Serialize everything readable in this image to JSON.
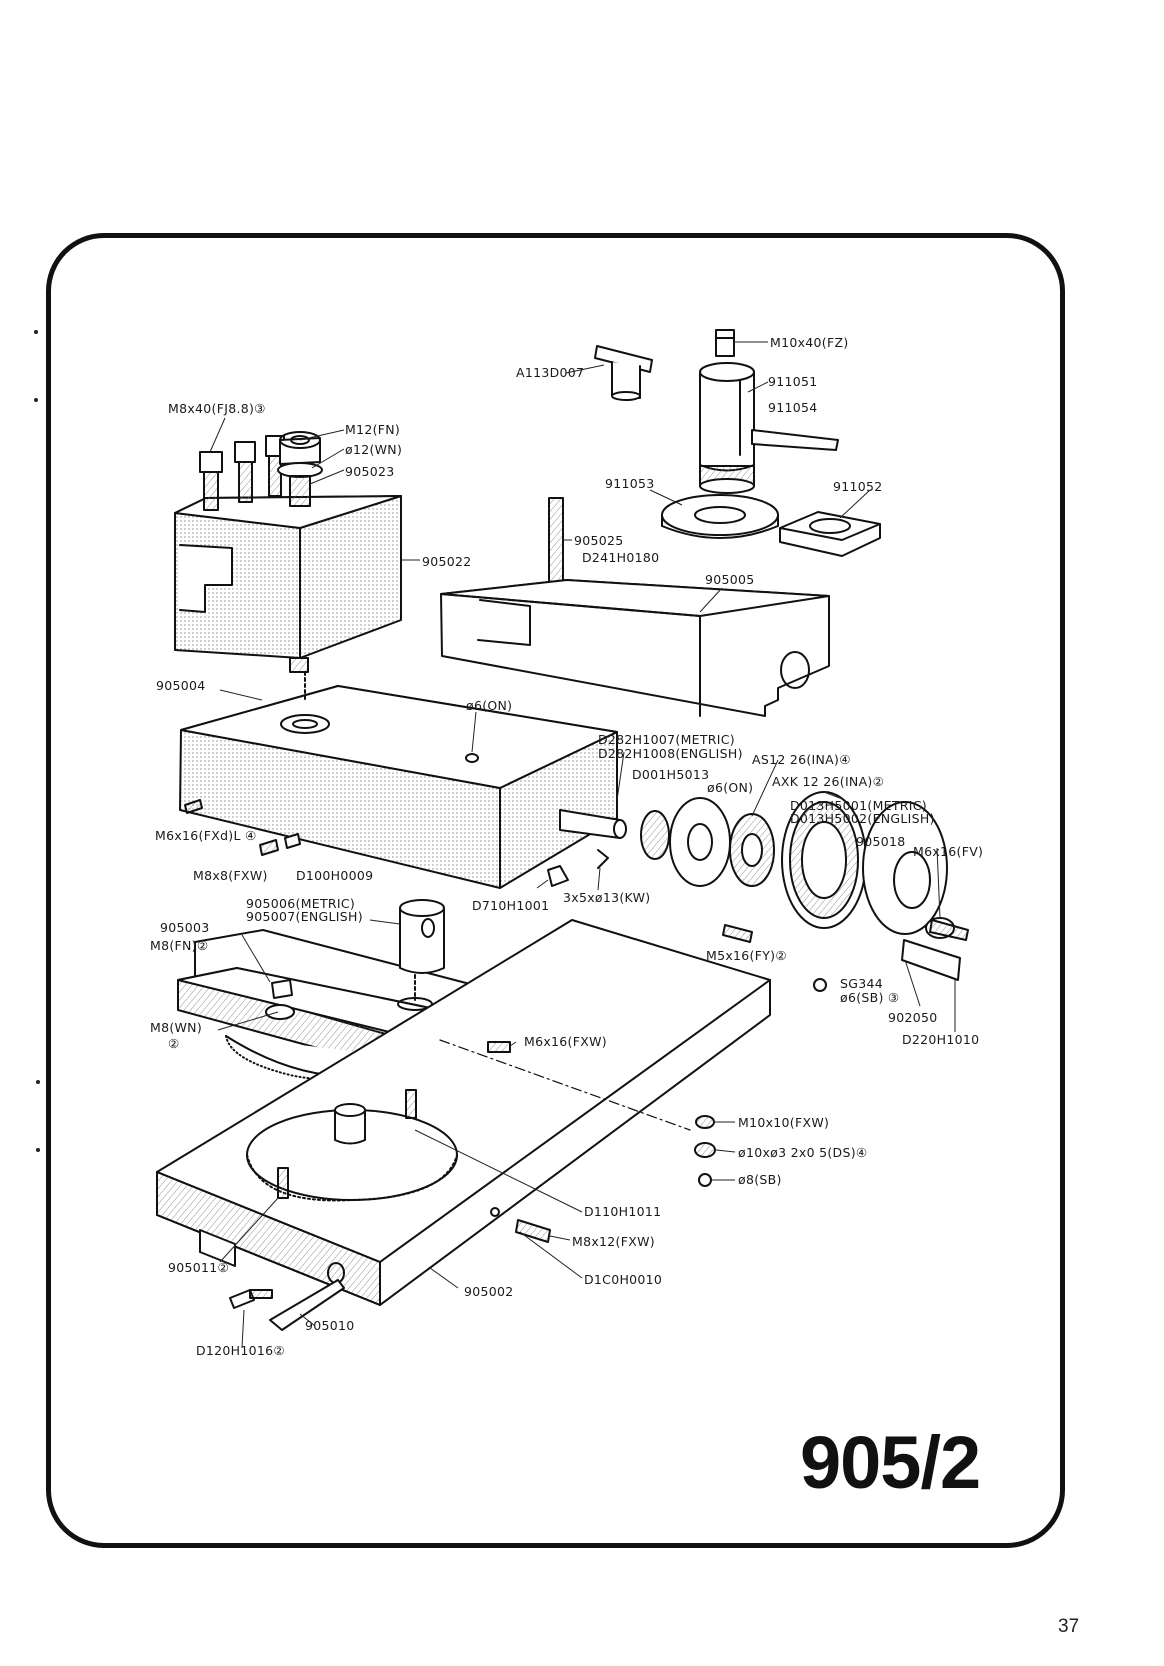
{
  "title": "905/2",
  "page_number": "37",
  "callouts": {
    "a113d007": "A113D007",
    "m10x40fz": "M10x40(FZ)",
    "p911051": "911051",
    "p911054": "911054",
    "m8x40fj": "M8x40(FJ8.8)③",
    "m12fn": "M12(FN)",
    "o12wn": "ø12(WN)",
    "p905023": "905023",
    "p911053": "911053",
    "p911052": "911052",
    "p905025": "905025",
    "d241h0180": "D241H0180",
    "p905022": "905022",
    "p905005": "905005",
    "p905004": "905004",
    "o6on_a": "ø6(ON)",
    "d282h1007": "D282H1007(METRIC)",
    "d282h1008": "D282H1008(ENGLISH)",
    "as12": "AS12 26(INA)④",
    "d001h5013": "D001H5013",
    "o6on_b": "ø6(ON)",
    "axk12": "AXK 12 26(INA)②",
    "d013h5001": "D013H5001(METRIC)",
    "d013h5002": "D013H5002(ENGLISH)",
    "p905018": "905018",
    "m6x16fv": "M6x16(FV)",
    "m6x16fxdl": "M6x16(FXd)L ④",
    "m8x8fxw": "M8x8(FXW)",
    "d100h0009": "D100H0009",
    "d710h1001": "D710H1001",
    "key3x5": "3x5xø13(KW)",
    "p905006": "905006(METRIC)",
    "p905007": "905007(ENGLISH)",
    "p905003": "905003",
    "m8fn": "M8(FN)②",
    "m5x16fy": "M5x16(FY)②",
    "sg344": "SG344",
    "o6sb": "ø6(SB) ③",
    "p902050": "902050",
    "d220h1010": "D220H1010",
    "m8wn": "M8(WN)",
    "m8wn_qty": "②",
    "m6x16fxw": "M6x16(FXW)",
    "m10x10fxw": "M10x10(FXW)",
    "o10x3": "ø10xø3 2x0 5(DS)④",
    "o8sb": "ø8(SB)",
    "d110h1011": "D110H1011",
    "m8x12fxw": "M8x12(FXW)",
    "d100h0010": "D1C0H0010",
    "p905011": "905011②",
    "p905002": "905002",
    "p905010": "905010",
    "d120h1016": "D120H1016②"
  }
}
